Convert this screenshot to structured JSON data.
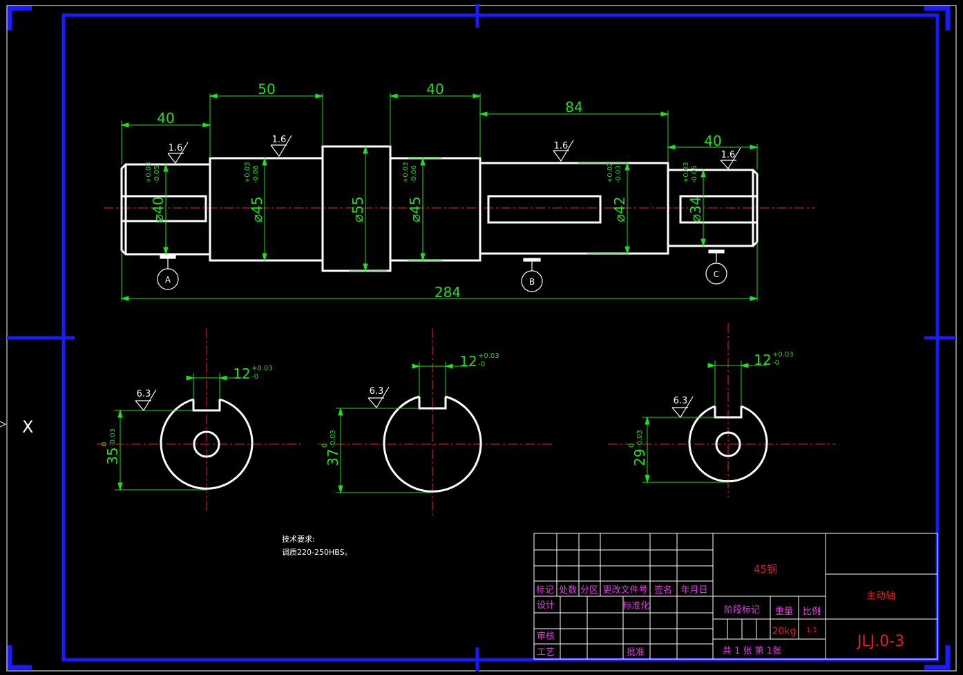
{
  "colors": {
    "background": "#000000",
    "frame": "#1a1aff",
    "outline": "#ffffff",
    "dimension": "#1fe01f",
    "centerline": "#d01a1a",
    "titleblock_label": "#e040e0",
    "titleblock_value": "#e02020"
  },
  "axis_marker": "X",
  "shaft": {
    "lengths": [
      "40",
      "50",
      "40",
      "84",
      "40"
    ],
    "overall_length": "284",
    "diameters": [
      {
        "value": "⌀40",
        "tol_upper": "+0.03",
        "tol_lower": "-0.05"
      },
      {
        "value": "⌀45",
        "tol_upper": "+0.03",
        "tol_lower": "-0.06"
      },
      {
        "value": "⌀55",
        "tol_upper": "",
        "tol_lower": ""
      },
      {
        "value": "⌀45",
        "tol_upper": "+0.03",
        "tol_lower": "-0.06"
      },
      {
        "value": "⌀42",
        "tol_upper": "+0.02",
        "tol_lower": "-0.03"
      },
      {
        "value": "⌀34",
        "tol_upper": "+0.03",
        "tol_lower": "-0.05"
      }
    ],
    "roughness": [
      "1.6",
      "1.6",
      "1.6",
      "1.6"
    ],
    "datums": [
      "A",
      "B",
      "C"
    ]
  },
  "sections": [
    {
      "key_width": "12",
      "key_tol_upper": "+0.03",
      "key_tol_lower": "-0",
      "depth": "35",
      "depth_tol_upper": "0",
      "depth_tol_lower": "-0.03",
      "roughness": "6.3"
    },
    {
      "key_width": "12",
      "key_tol_upper": "+0.03",
      "key_tol_lower": "-0",
      "depth": "37",
      "depth_tol_upper": "0",
      "depth_tol_lower": "-0.03",
      "roughness": "6.3"
    },
    {
      "key_width": "12",
      "key_tol_upper": "+0.03",
      "key_tol_lower": "-0",
      "depth": "29",
      "depth_tol_upper": "0",
      "depth_tol_lower": "-0.03",
      "roughness": "6.3"
    }
  ],
  "tech_notes": {
    "title": "技术要求:",
    "line1": "调质220-250HBS。"
  },
  "title_block": {
    "material": "45钢",
    "part_name": "主动轴",
    "drawing_no": "JLJ.0-3",
    "header": [
      "标记",
      "处数",
      "分区",
      "更改文件号",
      "签名",
      "年月日"
    ],
    "design": "设计",
    "standardization": "标准化",
    "review": "审核",
    "process": "工艺",
    "approve": "批准",
    "stage_mark": "阶段标记",
    "weight_label": "重量",
    "scale_label": "比例",
    "weight_value": "20kg",
    "scale_value": "1:1",
    "sheets": "共 1 张  第 1张"
  }
}
